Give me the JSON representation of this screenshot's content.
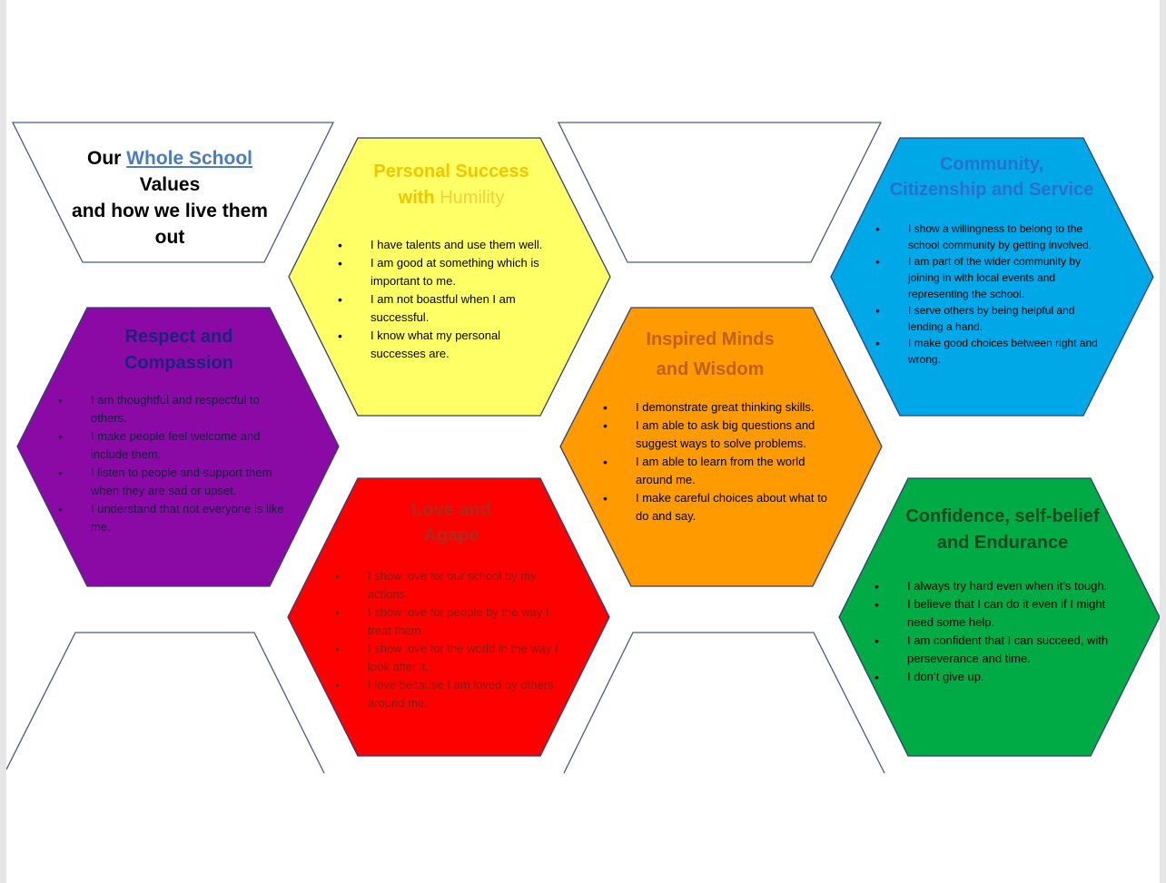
{
  "intro": {
    "prefix": "Our",
    "link": "Whole School",
    "line2": "Values",
    "line3": "and how we live them",
    "line4": "out"
  },
  "values": [
    {
      "id": "personal-success",
      "title_a": "Personal Success",
      "title_b_plain": "with",
      "title_b_accent": "Humility",
      "fill": "#ffff66",
      "title_color": "#f5c400",
      "accent_color": "#f0d040",
      "text_color": "#000000",
      "points": [
        "I have talents and use them well.",
        "I am good at something which is important to me.",
        "I am not boastful when I am successful.",
        "I know what my personal successes are."
      ]
    },
    {
      "id": "community",
      "title_a": "Community,",
      "title_b_plain": "Citizenship and Service",
      "title_b_accent": "",
      "fill": "#00a8e8",
      "title_color": "#2a6fd0",
      "accent_color": "#2a6fd0",
      "text_color": "#000000",
      "points": [
        "I show a willingness to belong to the school community by getting involved.",
        "I am part of the wider community by joining in with local events and representing the school.",
        "I serve others by being helpful and lending a hand.",
        "I make good choices between right and wrong."
      ]
    },
    {
      "id": "respect",
      "title_a": "Respect and",
      "title_b_plain": "Compassion",
      "title_b_accent": "",
      "fill": "#8b0aa5",
      "title_color": "#1a237e",
      "accent_color": "#1a237e",
      "text_color": "#1a1a40",
      "points": [
        "I am thoughtful and respectful to others.",
        "I make people feel welcome and include them.",
        "I listen to people and support them when they are sad or upset.",
        "I understand that not everyone is like me."
      ]
    },
    {
      "id": "inspired",
      "title_a": "Inspired Minds",
      "title_b_plain": "and Wisdom",
      "title_b_accent": "",
      "fill": "#ff9a00",
      "title_color": "#c0601a",
      "accent_color": "#c0601a",
      "text_color": "#000000",
      "points": [
        "I demonstrate great thinking skills.",
        "I am able to ask big questions and suggest ways to solve problems.",
        "I am able to learn from the world around me.",
        "I make careful choices about what to do and say."
      ]
    },
    {
      "id": "love",
      "title_a": "Love and",
      "title_b_plain": "Agape",
      "title_b_accent": "",
      "fill": "#ff0000",
      "title_color": "#b22a1a",
      "accent_color": "#b22a1a",
      "text_color": "#8a1a10",
      "points": [
        "I show love for our school by my actions.",
        "I show love for people by the way I treat them.",
        "I show love for the world in the way I look after it.",
        "I love because I am loved by others around me."
      ]
    },
    {
      "id": "confidence",
      "title_a": "Confidence, self-belief",
      "title_b_plain": "and Endurance",
      "title_b_accent": "",
      "fill": "#00aa44",
      "title_color": "#0d4a1f",
      "accent_color": "#0d4a1f",
      "text_color": "#000000",
      "points": [
        "I always try hard even when it’s tough.",
        "I believe that I can do it even if I might need some help.",
        "I am confident that I can succeed, with perseverance and time.",
        "I don’t give up."
      ]
    }
  ]
}
